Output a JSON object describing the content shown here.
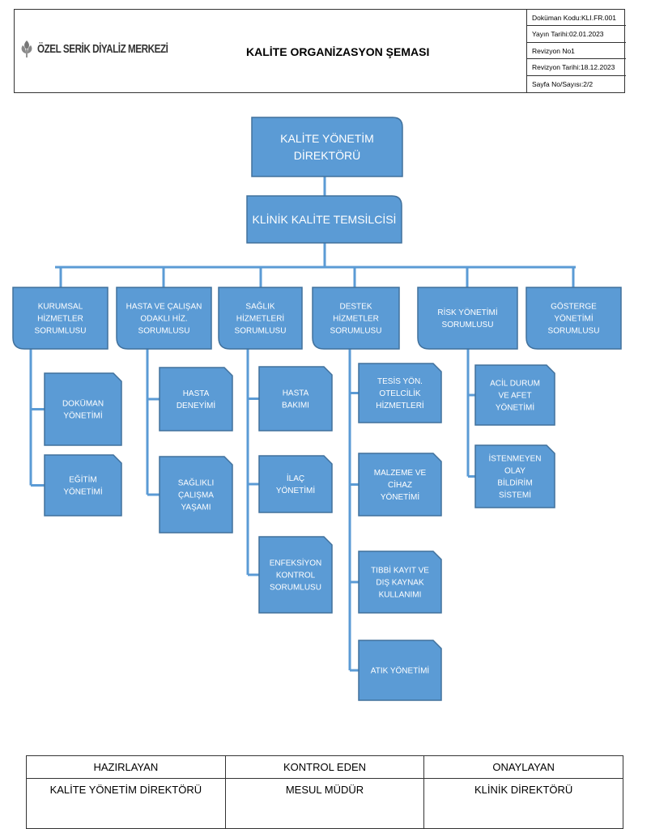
{
  "header": {
    "logo_text": "ÖZEL SERİK DİYALİZ MERKEZİ",
    "title": "KALİTE ORGANİZASYON ŞEMASI",
    "meta": [
      "Doküman Kodu:KLI.FR.001",
      "Yayın Tarihi:02.01.2023",
      "Revizyon No1",
      "Revizyon Tarihi:18.12.2023",
      "Sayfa No/Sayısı:2/2"
    ]
  },
  "colors": {
    "box_fill": "#5b9bd5",
    "box_stroke": "#41719c",
    "connector": "#5b9bd5"
  },
  "chart": {
    "top": [
      "KALİTE YÖNETİM",
      "DİREKTÖRÜ"
    ],
    "second": [
      "KLİNİK KALİTE TEMSİLCİSİ"
    ],
    "units": [
      {
        "lines": [
          "KURUMSAL",
          "HİZMETLER",
          "SORUMLUSU"
        ],
        "children": [
          [
            "DOKÜMAN",
            "YÖNETİMİ"
          ],
          [
            "EĞİTİM",
            "YÖNETİMİ"
          ]
        ]
      },
      {
        "lines": [
          "HASTA VE ÇALIŞAN",
          "ODAKLI HİZ.",
          "SORUMLUSU"
        ],
        "children": [
          [
            "HASTA",
            "DENEYİMİ"
          ],
          [
            "SAĞLIKLI",
            "ÇALIŞMA",
            "YAŞAMI"
          ]
        ]
      },
      {
        "lines": [
          "SAĞLIK",
          "HİZMETLERİ",
          "SORUMLUSU"
        ],
        "children": [
          [
            "HASTA",
            "BAKIMI"
          ],
          [
            "İLAÇ",
            "YÖNETİMİ"
          ],
          [
            "ENFEKSİYON",
            "KONTROL",
            "SORUMLUSU"
          ]
        ]
      },
      {
        "lines": [
          "DESTEK",
          "HİZMETLER",
          "SORUMLUSU"
        ],
        "children": [
          [
            "TESİS YÖN.",
            "OTELCİLİK",
            "HİZMETLERİ"
          ],
          [
            "MALZEME VE",
            "CİHAZ",
            "YÖNETİMİ"
          ],
          [
            "TIBBİ KAYIT VE",
            "DIŞ KAYNAK",
            "KULLANIMI"
          ],
          [
            "ATIK YÖNETİMİ"
          ]
        ]
      },
      {
        "lines": [
          "RİSK YÖNETİMİ",
          "SORUMLUSU"
        ],
        "children": [
          [
            "ACİL DURUM",
            "VE AFET",
            "YÖNETİMİ"
          ],
          [
            "İSTENMEYEN",
            "OLAY",
            "BİLDİRİM",
            "SİSTEMİ"
          ]
        ]
      },
      {
        "lines": [
          "GÖSTERGE",
          "YÖNETİMİ",
          "SORUMLUSU"
        ],
        "children": []
      }
    ]
  },
  "footer": {
    "headers": [
      "HAZIRLAYAN",
      "KONTROL EDEN",
      "ONAYLAYAN"
    ],
    "values": [
      "KALİTE YÖNETİM DİREKTÖRÜ",
      "MESUL MÜDÜR",
      "KLİNİK DİREKTÖRÜ"
    ]
  }
}
